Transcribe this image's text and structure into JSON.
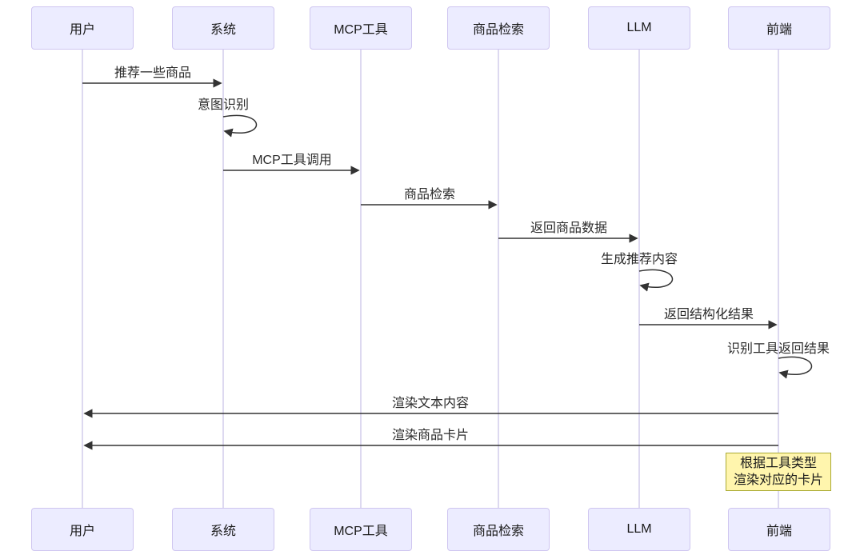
{
  "diagram": {
    "type": "sequence-diagram",
    "actors": [
      {
        "id": "user",
        "name": "用户"
      },
      {
        "id": "system",
        "name": "系统"
      },
      {
        "id": "mcp-tool",
        "name": "MCP工具"
      },
      {
        "id": "product-search",
        "name": "商品检索"
      },
      {
        "id": "llm",
        "name": "LLM"
      },
      {
        "id": "frontend",
        "name": "前端"
      }
    ],
    "messages": [
      {
        "from": "用户",
        "to": "系统",
        "label": "推荐一些商品",
        "kind": "solid-arrow"
      },
      {
        "from": "系统",
        "to": "系统",
        "label": "意图识别",
        "kind": "self-loop"
      },
      {
        "from": "系统",
        "to": "MCP工具",
        "label": "MCP工具调用",
        "kind": "solid-arrow"
      },
      {
        "from": "MCP工具",
        "to": "商品检索",
        "label": "商品检索",
        "kind": "solid-arrow"
      },
      {
        "from": "商品检索",
        "to": "LLM",
        "label": "返回商品数据",
        "kind": "solid-arrow"
      },
      {
        "from": "LLM",
        "to": "LLM",
        "label": "生成推荐内容",
        "kind": "self-loop"
      },
      {
        "from": "LLM",
        "to": "前端",
        "label": "返回结构化结果",
        "kind": "solid-arrow"
      },
      {
        "from": "前端",
        "to": "前端",
        "label": "识别工具返回结果",
        "kind": "self-loop"
      },
      {
        "from": "前端",
        "to": "用户",
        "label": "渲染文本内容",
        "kind": "solid-arrow"
      },
      {
        "from": "前端",
        "to": "用户",
        "label": "渲染商品卡片",
        "kind": "solid-arrow"
      }
    ],
    "note": {
      "over": "前端",
      "line1": "根据工具类型",
      "line2": "渲染对应的卡片"
    },
    "colors": {
      "background": "#FFFFFF",
      "actor_fill": "#ECECFF",
      "actor_border": "#CFC6F0",
      "lifeline": "#DDD9F0",
      "message_line": "#333333",
      "message_text": "#2B2B2B",
      "note_fill": "#FFF5AD",
      "note_border": "#AAAA33"
    }
  }
}
